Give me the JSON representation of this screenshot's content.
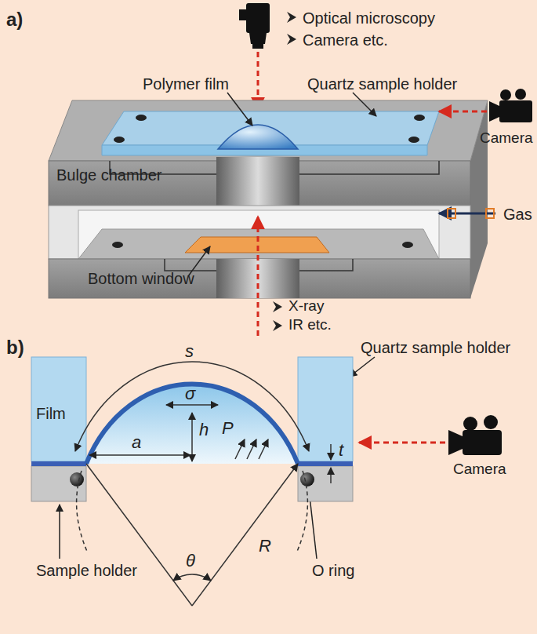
{
  "diagram": {
    "labels": [
      "a)",
      "Optical microscopy",
      "Camera etc.",
      "Polymer film",
      "Quartz sample holder",
      "Camera",
      "Bulge chamber",
      "Gas",
      "Bottom window",
      "X-ray",
      "IR etc.",
      "b)",
      "Quartz sample holder",
      "s",
      "σ",
      "Film",
      "a",
      "h",
      "P",
      "t",
      "Camera",
      "θ",
      "R",
      "Sample holder",
      "O ring"
    ]
  }
}
